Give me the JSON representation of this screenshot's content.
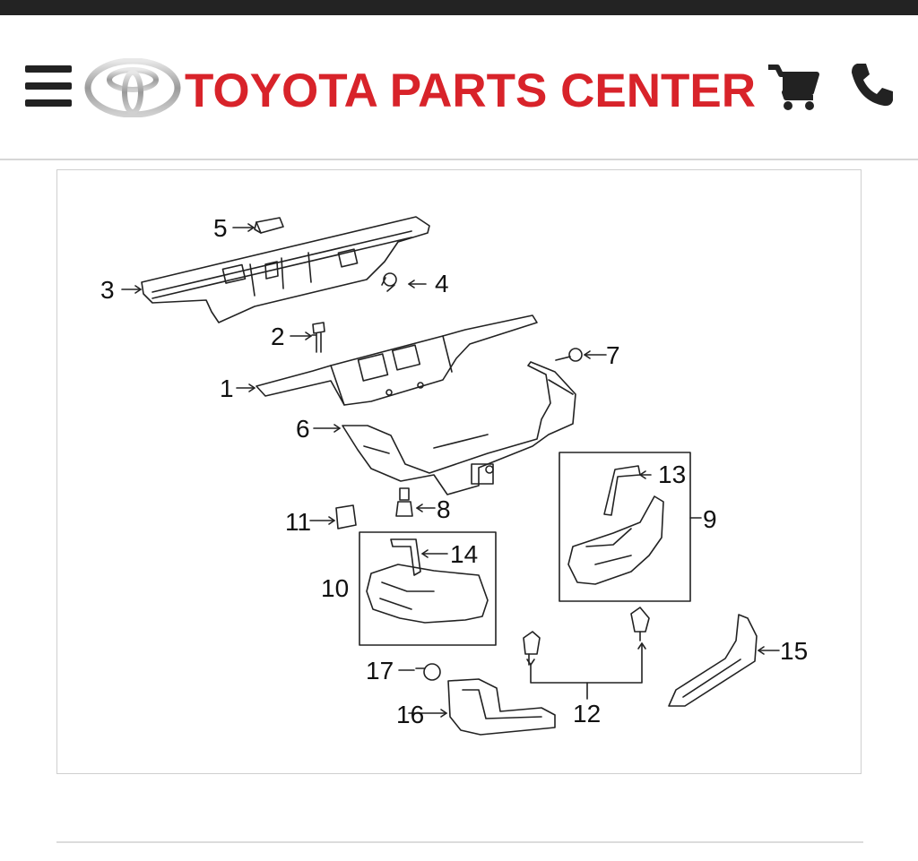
{
  "header": {
    "brand": "TOYOTA PARTS CENTER",
    "brand_color": "#d8232a",
    "icons": [
      "menu-icon",
      "toyota-logo",
      "cart-icon",
      "phone-icon"
    ]
  },
  "diagram": {
    "callouts": [
      {
        "id": "c1",
        "label": "1"
      },
      {
        "id": "c2",
        "label": "2"
      },
      {
        "id": "c3",
        "label": "3"
      },
      {
        "id": "c4",
        "label": "4"
      },
      {
        "id": "c5",
        "label": "5"
      },
      {
        "id": "c6",
        "label": "6"
      },
      {
        "id": "c7",
        "label": "7"
      },
      {
        "id": "c8",
        "label": "8"
      },
      {
        "id": "c9",
        "label": "9"
      },
      {
        "id": "c10",
        "label": "10"
      },
      {
        "id": "c11",
        "label": "11"
      },
      {
        "id": "c12",
        "label": "12"
      },
      {
        "id": "c13",
        "label": "13"
      },
      {
        "id": "c14",
        "label": "14"
      },
      {
        "id": "c15",
        "label": "15"
      },
      {
        "id": "c16",
        "label": "16"
      },
      {
        "id": "c17",
        "label": "17"
      }
    ]
  }
}
